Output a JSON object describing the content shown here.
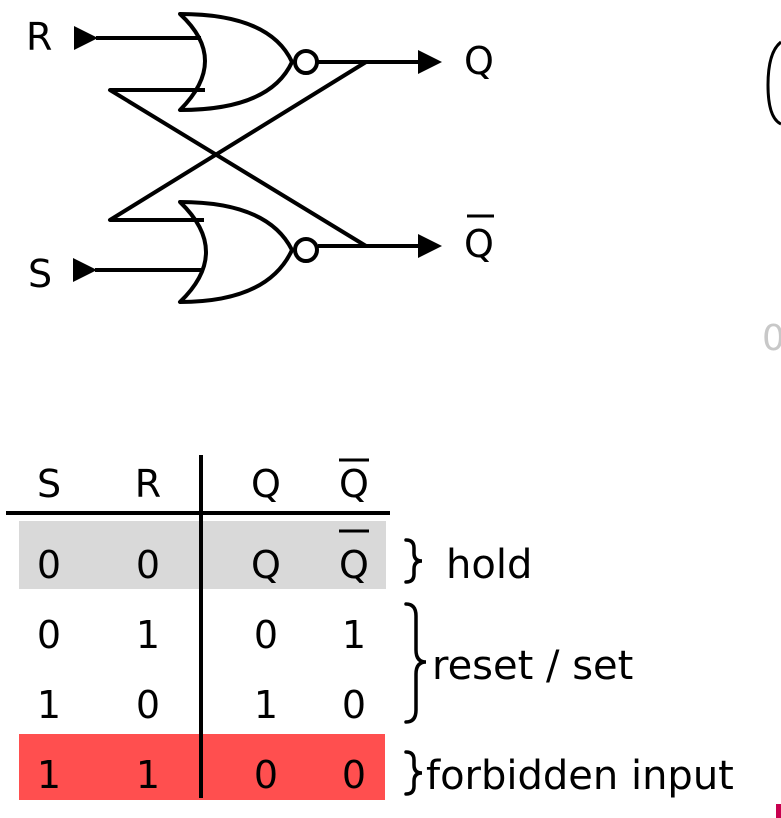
{
  "circuit": {
    "input_r": "R",
    "input_s": "S",
    "output_q": "Q",
    "output_qbar": "Q"
  },
  "truth_table": {
    "headers": [
      "S",
      "R",
      "Q",
      "Q"
    ],
    "rows": [
      [
        "0",
        "0",
        "Q",
        "Q"
      ],
      [
        "0",
        "1",
        "0",
        "1"
      ],
      [
        "1",
        "0",
        "1",
        "0"
      ],
      [
        "1",
        "1",
        "0",
        "0"
      ]
    ],
    "annotations": {
      "hold": "hold",
      "reset_set": "reset / set",
      "forbidden": "forbidden input"
    }
  },
  "fragments": {
    "gray_zero": "0"
  },
  "colors": {
    "hold_row": "#d9d9d9",
    "forbidden_row": "#ff4f4f",
    "stroke": "#000000",
    "fragment_gray": "#c8c8c8",
    "fragment_magenta": "#c8004f"
  }
}
